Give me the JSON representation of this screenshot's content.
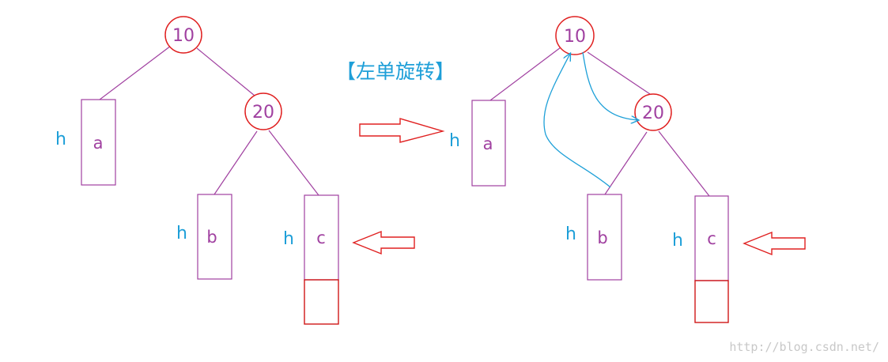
{
  "title": "【左单旋转】",
  "watermark": "http://blog.csdn.net/",
  "colors": {
    "tree_line": "#a040a0",
    "node_circle": "#e02020",
    "text_purple": "#a040a0",
    "height_label": "#1e9fd8",
    "rotation_arrow": "#1ea0d8",
    "block_arrow": "#e02020",
    "extra_block": "#d01818"
  },
  "left_tree": {
    "root": "10",
    "child": "20",
    "subtrees": [
      "a",
      "b",
      "c"
    ],
    "heights": [
      "h",
      "h",
      "h"
    ]
  },
  "right_tree": {
    "root": "10",
    "child": "20",
    "subtrees": [
      "a",
      "b",
      "c"
    ],
    "heights": [
      "h",
      "h",
      "h"
    ]
  },
  "icons": {
    "transform_arrow": "right-block-arrow",
    "pointer_arrow": "left-block-arrow",
    "rotation_arrow": "curved-arrow"
  }
}
